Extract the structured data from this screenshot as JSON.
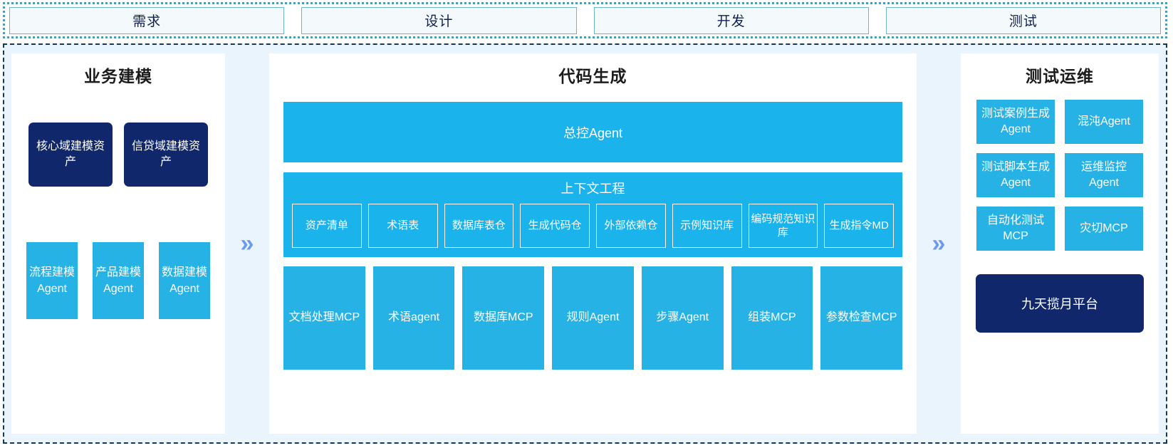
{
  "phases": {
    "items": [
      {
        "label": "需求"
      },
      {
        "label": "设计"
      },
      {
        "label": "开发"
      },
      {
        "label": "测试"
      }
    ]
  },
  "arrows": {
    "glyph": "»"
  },
  "business_modeling": {
    "title": "业务建模",
    "assets": [
      {
        "label": "核心域建模资产"
      },
      {
        "label": "信贷域建模资产"
      }
    ],
    "agents": [
      {
        "label": "流程建模Agent"
      },
      {
        "label": "产品建模Agent"
      },
      {
        "label": "数据建模Agent"
      }
    ]
  },
  "code_generation": {
    "title": "代码生成",
    "master_agent": {
      "label": "总控Agent"
    },
    "context_engineering": {
      "title": "上下文工程",
      "items": [
        {
          "label": "资产清单"
        },
        {
          "label": "术语表"
        },
        {
          "label": "数据库表仓"
        },
        {
          "label": "生成代码仓"
        },
        {
          "label": "外部依赖仓"
        },
        {
          "label": "示例知识库"
        },
        {
          "label": "编码规范知识库"
        },
        {
          "label": "生成指令MD"
        }
      ]
    },
    "tools": [
      {
        "label": "文档处理MCP"
      },
      {
        "label": "术语agent"
      },
      {
        "label": "数据库MCP"
      },
      {
        "label": "规则Agent"
      },
      {
        "label": "步骤Agent"
      },
      {
        "label": "组装MCP"
      },
      {
        "label": "参数检查MCP"
      }
    ]
  },
  "test_ops": {
    "title": "测试运维",
    "items": [
      {
        "label": "测试案例生成Agent"
      },
      {
        "label": "混沌Agent"
      },
      {
        "label": "测试脚本生成Agent"
      },
      {
        "label": "运维监控Agent"
      },
      {
        "label": "自动化测试MCP"
      },
      {
        "label": "灾切MCP"
      }
    ],
    "platform": {
      "label": "九天揽月平台"
    }
  },
  "colors": {
    "cyan": "#27b2e6",
    "cyan_bright": "#1bb3ec",
    "navy": "#10286b",
    "panel_bg": "#e9f4fc",
    "arrow": "#6c9bea",
    "phase_border": "#6fb6cd",
    "phase_text": "#0e2050"
  }
}
